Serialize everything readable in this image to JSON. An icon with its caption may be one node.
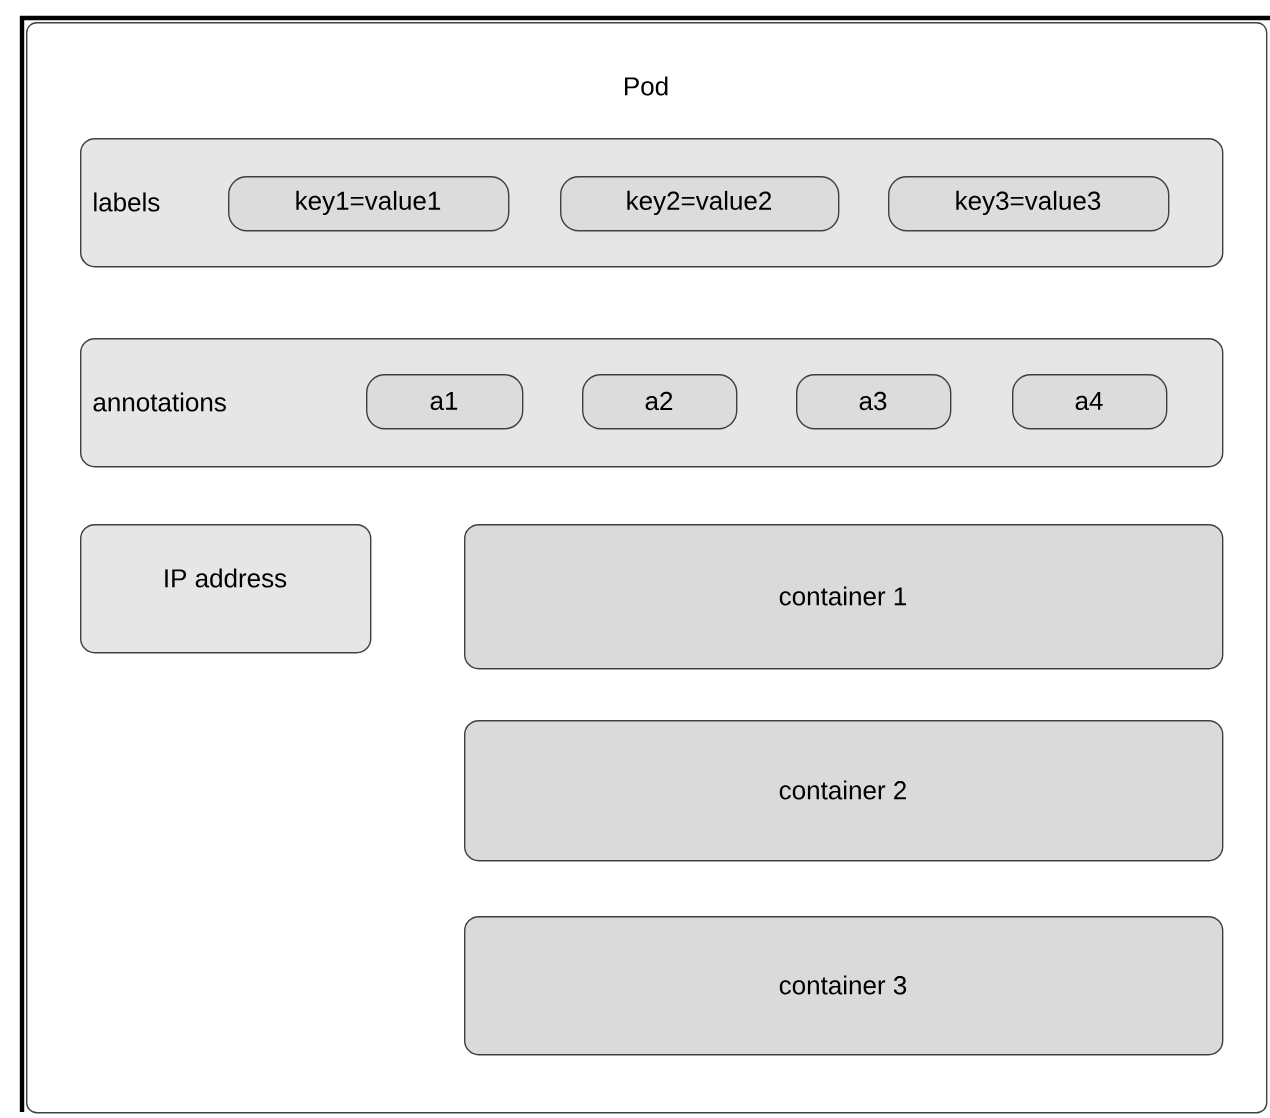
{
  "diagram": {
    "nodes": [
      {
        "text": [
          "Pod"
        ]
      },
      {
        "text": [
          "labels"
        ],
        "in": 0
      },
      {
        "text": [
          "key1=value1"
        ],
        "in": 1
      },
      {
        "text": [
          "key2=value2"
        ],
        "in": 1
      },
      {
        "text": [
          "key3=value3"
        ],
        "in": 1
      },
      {
        "text": [
          "annotations"
        ],
        "in": 0
      },
      {
        "text": [
          "a1"
        ],
        "in": 5
      },
      {
        "text": [
          "a2"
        ],
        "in": 5
      },
      {
        "text": [
          "a3"
        ],
        "in": 5
      },
      {
        "text": [
          "a4"
        ],
        "in": 5
      },
      {
        "text": [
          "IP address"
        ],
        "in": 0
      },
      {
        "text": [
          "container 1"
        ],
        "in": 0
      },
      {
        "text": [
          "container 2"
        ],
        "in": 0
      },
      {
        "text": [
          "container 3"
        ],
        "in": 0
      }
    ]
  }
}
